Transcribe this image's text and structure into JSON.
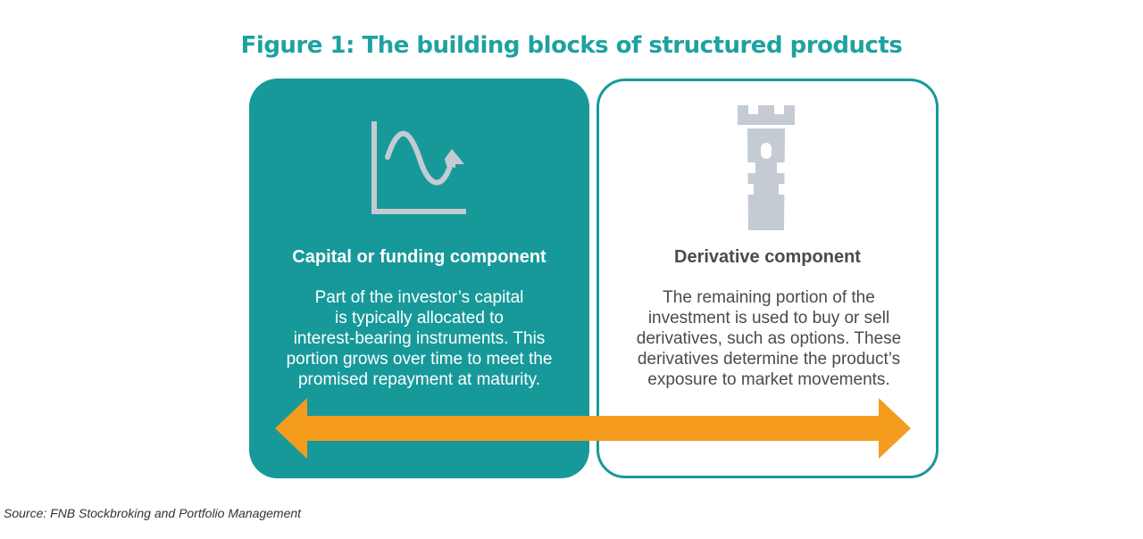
{
  "title": "Figure 1: The building blocks of structured products",
  "colors": {
    "teal": "#17999a",
    "title_teal": "#1ea2a0",
    "orange": "#f59c1e",
    "icon_gray": "#c4cbd3",
    "dark_text": "#4b4b4d"
  },
  "left_box": {
    "icon": "wave-chart-icon",
    "heading": "Capital or funding component",
    "lines": [
      "Part of the investor’s capital",
      "is typically allocated to",
      "interest-bearing instruments. This",
      "portion grows over time to meet the",
      "promised repayment at maturity."
    ]
  },
  "right_box": {
    "icon": "tower-icon",
    "heading": "Derivative component",
    "lines": [
      "The remaining portion of the",
      "investment is used to buy or sell",
      "derivatives, such as options. These",
      "derivatives determine the product’s",
      "exposure to market movements."
    ]
  },
  "arrow": "double-headed-arrow",
  "source": "Source: FNB Stockbroking and Portfolio Management"
}
